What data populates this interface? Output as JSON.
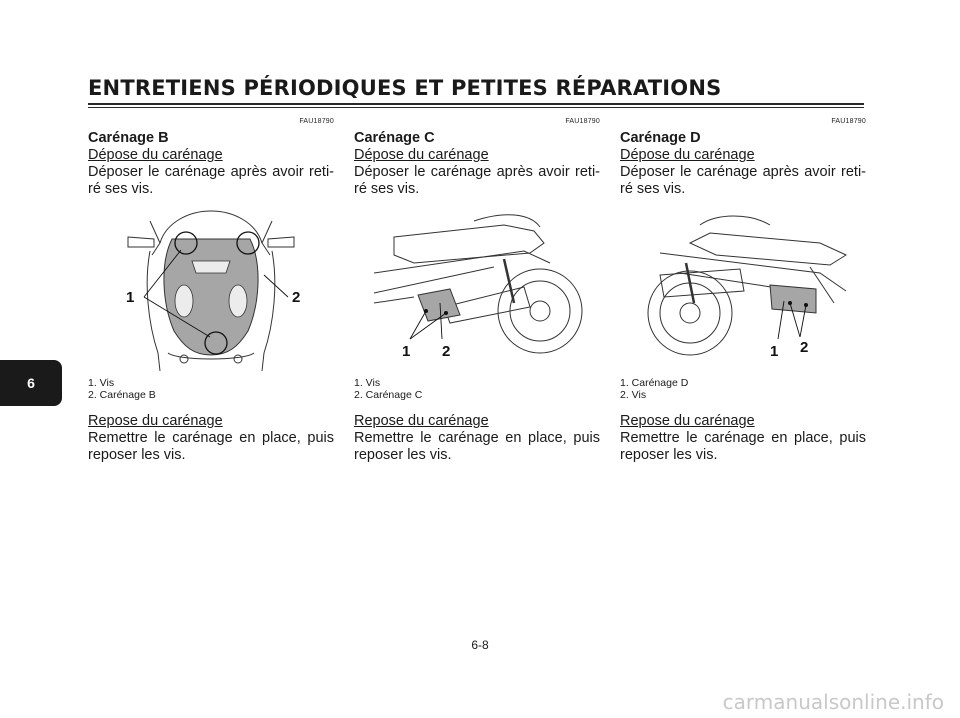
{
  "header": {
    "title": "ENTRETIENS PÉRIODIQUES ET PETITES RÉPARATIONS"
  },
  "chapter_tab": "6",
  "sections": [
    {
      "code": "FAU18790",
      "title": "Carénage B",
      "removal_heading": "Dépose du carénage",
      "removal_text": "Déposer le carénage après avoir reti-ré ses vis.",
      "callouts": [
        "1",
        "2"
      ],
      "legend": [
        "1. Vis",
        "2. Carénage B"
      ],
      "install_heading": "Repose du carénage",
      "install_text": "Remettre le carénage en place, puis reposer les vis."
    },
    {
      "code": "FAU18790",
      "title": "Carénage C",
      "removal_heading": "Dépose du carénage",
      "removal_text": "Déposer le carénage après avoir reti-ré ses vis.",
      "callouts": [
        "1",
        "2"
      ],
      "legend": [
        "1. Vis",
        "2. Carénage C"
      ],
      "install_heading": "Repose du carénage",
      "install_text": "Remettre le carénage en place, puis reposer les vis."
    },
    {
      "code": "FAU18790",
      "title": "Carénage D",
      "removal_heading": "Dépose du carénage",
      "removal_text": "Déposer le carénage après avoir reti-ré ses vis.",
      "callouts": [
        "1",
        "2"
      ],
      "legend": [
        "1. Carénage D",
        "2. Vis"
      ],
      "install_heading": "Repose du carénage",
      "install_text": "Remettre le carénage en place, puis reposer les vis."
    }
  ],
  "page_number": "6-8",
  "watermark": "carmanualsonline.info"
}
